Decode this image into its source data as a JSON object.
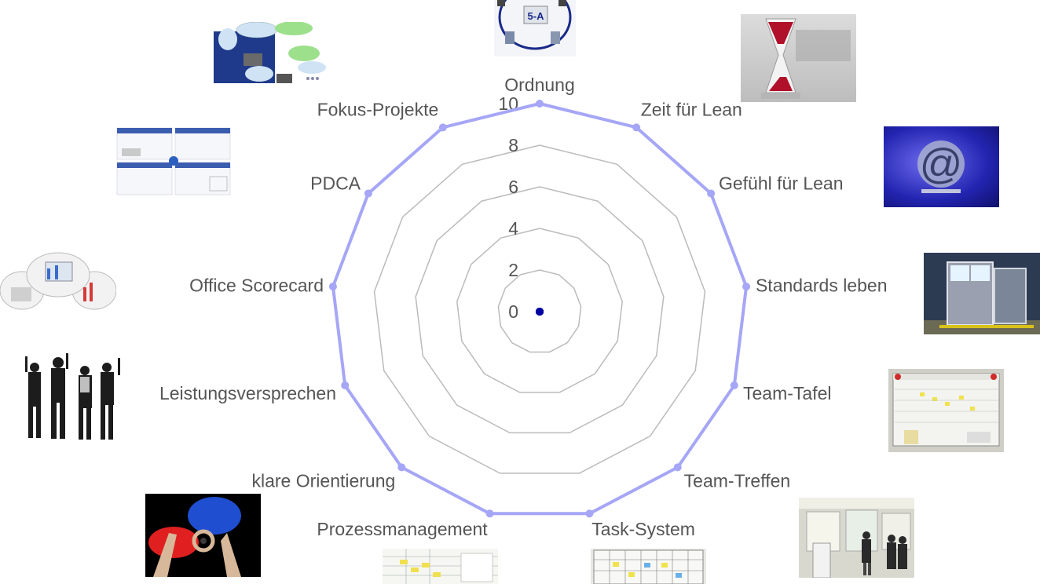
{
  "chart_data": {
    "type": "radar",
    "categories": [
      "Ordnung",
      "Zeit für Lean",
      "Gefühl für Lean",
      "Standards leben",
      "Team-Tafel",
      "Team-Treffen",
      "Task-System",
      "Prozessmanagement",
      "klare Orientierung",
      "Leistungsversprechen",
      "Office Scorecard",
      "PDCA",
      "Fokus-Projekte"
    ],
    "series": [
      {
        "values": [
          10,
          10,
          10,
          10,
          10,
          10,
          10,
          10,
          10,
          10,
          10,
          10,
          10
        ],
        "color": "#a6a6f7"
      },
      {
        "values": [
          0,
          0,
          0,
          0,
          0,
          0,
          0,
          0,
          0,
          0,
          0,
          0,
          0
        ],
        "color": "#0000a0"
      }
    ],
    "rlim": [
      0,
      10
    ],
    "rticks": [
      0,
      2,
      4,
      6,
      8,
      10
    ],
    "grid_color": "#bbbbbb"
  },
  "thumbnails": [
    {
      "name": "5-a-thumbnail",
      "label": "5-A"
    },
    {
      "name": "workshop-diagram-thumbnail"
    },
    {
      "name": "hourglass-thumbnail"
    },
    {
      "name": "problem-solving-sheet-thumbnail"
    },
    {
      "name": "at-sign-thumbnail",
      "label": "@"
    },
    {
      "name": "scorecard-diagram-thumbnail"
    },
    {
      "name": "standard-workplace-thumbnail"
    },
    {
      "name": "jumping-team-thumbnail"
    },
    {
      "name": "team-board-thumbnail"
    },
    {
      "name": "hands-speech-bubbles-thumbnail"
    },
    {
      "name": "team-meeting-thumbnail"
    },
    {
      "name": "process-whiteboard-thumbnail"
    },
    {
      "name": "task-board-thumbnail"
    }
  ]
}
